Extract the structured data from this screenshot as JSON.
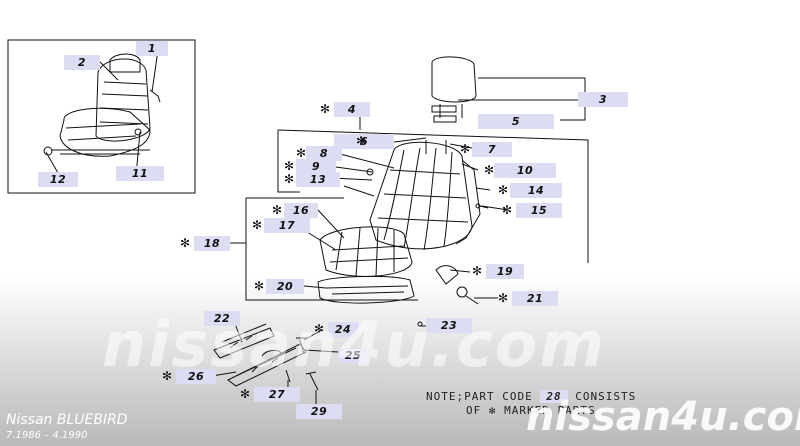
{
  "callouts": {
    "c1": "1",
    "c2": "2",
    "c3": "3",
    "c4": "4",
    "c5": "5",
    "c6": "6",
    "c7": "7",
    "c8": "8",
    "c9": "9",
    "c10": "10",
    "c11": "11",
    "c12": "12",
    "c13": "13",
    "c14": "14",
    "c15": "15",
    "c16": "16",
    "c17": "17",
    "c18": "18",
    "c19": "19",
    "c20": "20",
    "c21": "21",
    "c22": "22",
    "c23": "23",
    "c24": "24",
    "c25": "25",
    "c26": "26",
    "c27": "27",
    "c29": "29"
  },
  "star_symbol": "✻",
  "note": {
    "line1_prefix": "NOTE;PART CODE",
    "code": "28",
    "line1_suffix": "CONSISTS",
    "line2": "OF ✻ MARKED PARTS"
  },
  "watermark": {
    "main": "nissan4u.com",
    "small": "nissan4u.com"
  },
  "footer": {
    "model": "Nissan  BLUEBIRD",
    "dates": "7.1986 – 4.1990"
  },
  "colors": {
    "callout_bg": "#dcdcf2",
    "line": "#111111",
    "footer_gray": "#b8b8b8"
  }
}
